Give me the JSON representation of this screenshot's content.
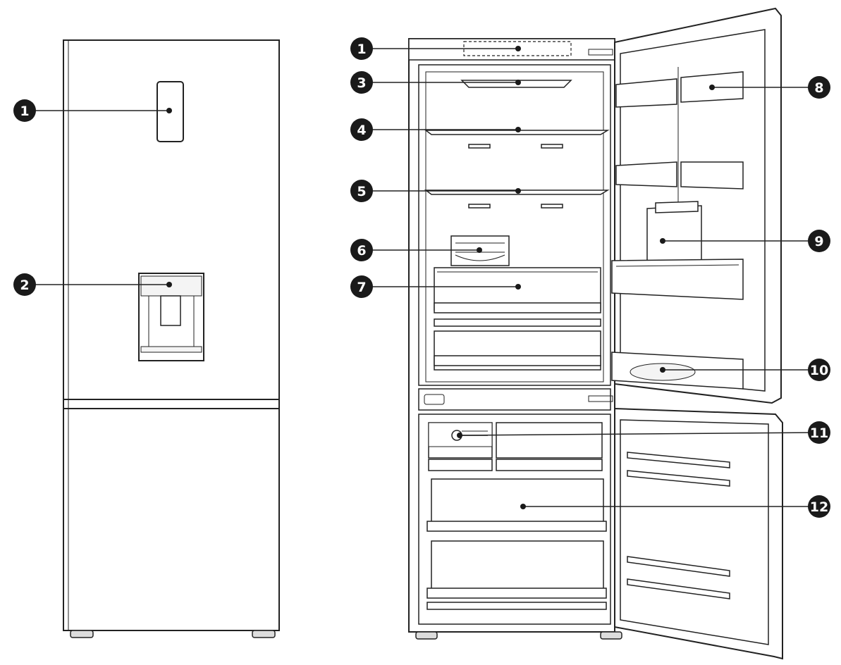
{
  "callouts": [
    {
      "id": "front-1",
      "label": "1"
    },
    {
      "id": "front-2",
      "label": "2"
    },
    {
      "id": "open-1",
      "label": "1"
    },
    {
      "id": "open-3",
      "label": "3"
    },
    {
      "id": "open-4",
      "label": "4"
    },
    {
      "id": "open-5",
      "label": "5"
    },
    {
      "id": "open-6",
      "label": "6"
    },
    {
      "id": "open-7",
      "label": "7"
    },
    {
      "id": "open-8",
      "label": "8"
    },
    {
      "id": "open-9",
      "label": "9"
    },
    {
      "id": "open-10",
      "label": "10"
    },
    {
      "id": "open-11",
      "label": "11"
    },
    {
      "id": "open-12",
      "label": "12"
    }
  ],
  "colors": {
    "line": "#222222",
    "badge": "#1a1a1a",
    "fill": "#ffffff",
    "light_fill": "#f4f4f4"
  }
}
